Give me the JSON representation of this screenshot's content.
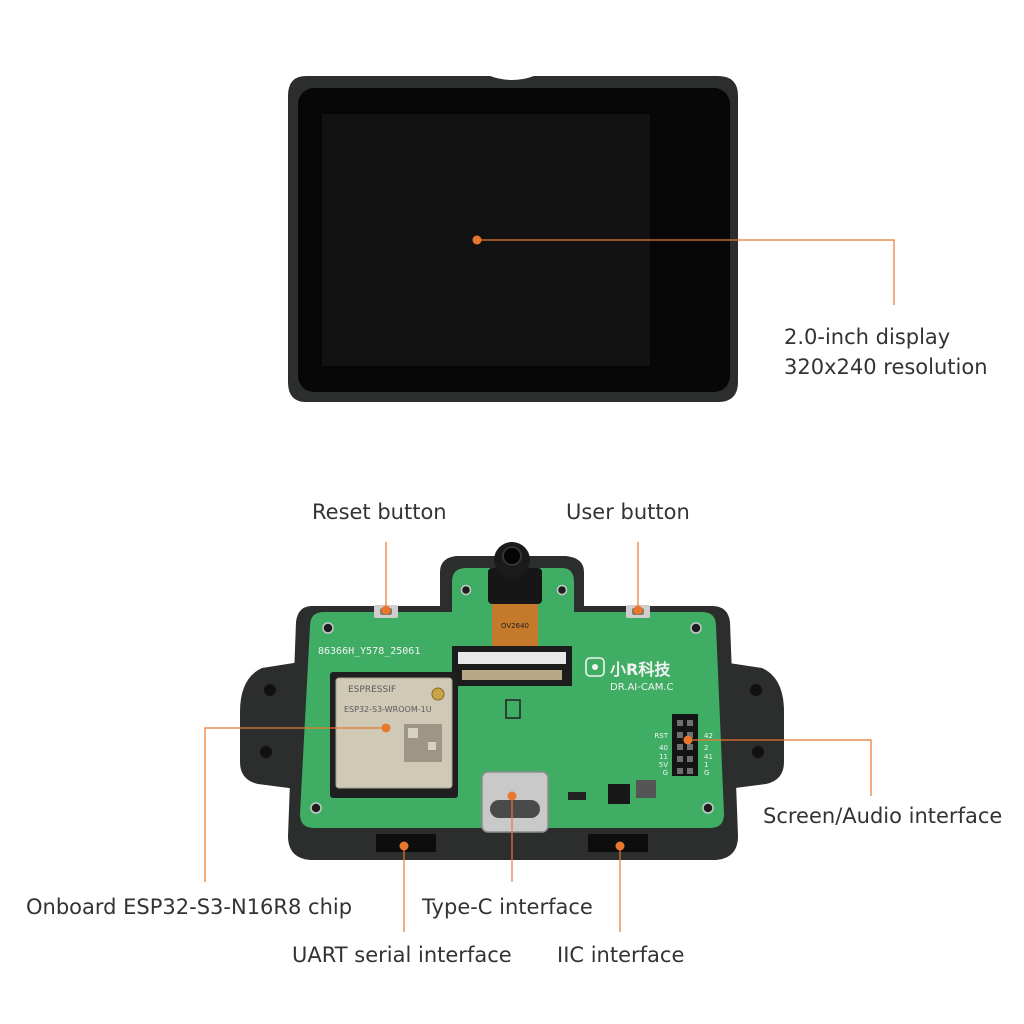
{
  "colors": {
    "accent": "#e8772e",
    "pcb_green": "#3fae64",
    "enclosure": "#2b2e2c",
    "screen": "#0b0b0b"
  },
  "display": {
    "line1": "2.0-inch display",
    "line2": "320x240 resolution"
  },
  "callouts": {
    "reset": "Reset button",
    "user": "User button",
    "screen_audio": "Screen/Audio interface",
    "esp32": "Onboard ESP32-S3-N16R8 chip",
    "typec": "Type-C interface",
    "uart": "UART serial interface",
    "iic": "IIC interface"
  },
  "board": {
    "camera_label": "OV2640",
    "board_id": "86366H_Y578_25061",
    "brand": "小R科技",
    "model": "DR.AI-CAM.C",
    "module_vendor": "ESPRESSIF",
    "module_name": "ESP32-S3-WROOM-1U",
    "pin_left": [
      "RST",
      "40",
      "11",
      "5V",
      "G"
    ],
    "pin_right": [
      "42",
      "2",
      "41",
      "1",
      "G"
    ]
  }
}
